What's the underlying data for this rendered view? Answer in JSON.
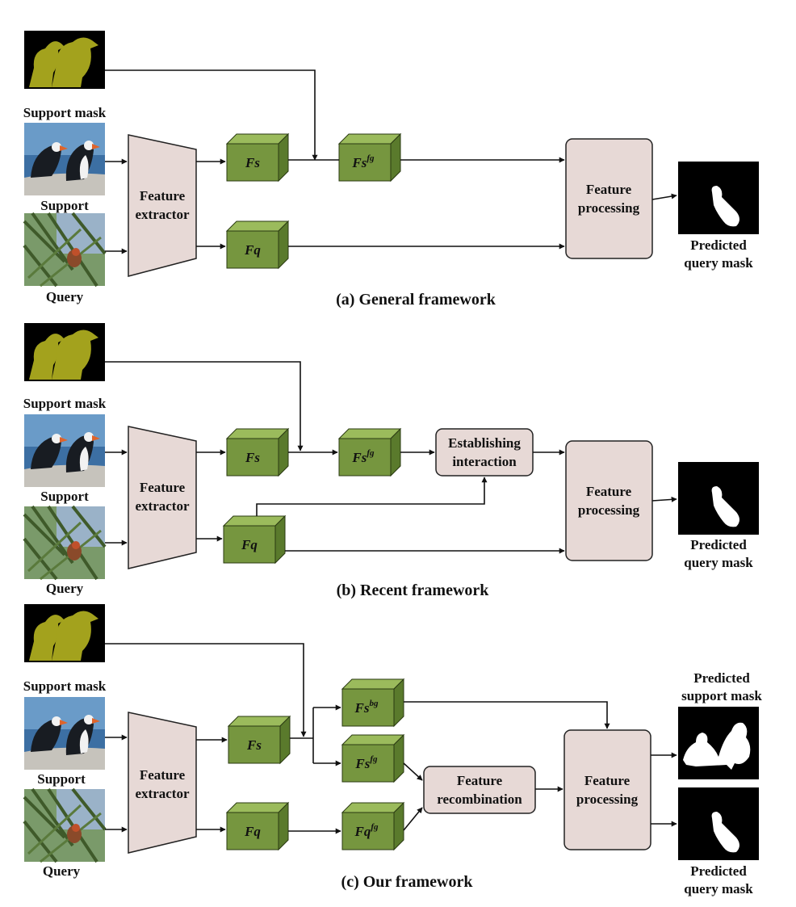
{
  "labels": {
    "support_mask": "Support mask",
    "support": "Support",
    "query": "Query",
    "feature_extractor_line1": "Feature",
    "feature_extractor_line2": "extractor",
    "feature_processing_line1": "Feature",
    "feature_processing_line2": "processing",
    "establishing_line1": "Establishing",
    "establishing_line2": "interaction",
    "recombination_line1": "Feature",
    "recombination_line2": "recombination",
    "predicted": "Predicted",
    "query_mask": "query mask",
    "support_mask_out": "support mask"
  },
  "features": {
    "fs": "Fs",
    "fq": "Fq",
    "fs_fg_base": "Fs",
    "fq_fg_base": "Fq",
    "sup_fg": "fg",
    "sup_bg": "bg"
  },
  "captions": {
    "a": "(a) General framework",
    "b": "(b) Recent framework",
    "c": "(c) Our framework"
  },
  "colors": {
    "cube_front": "#76963f",
    "cube_top": "#9bbb5c",
    "cube_side": "#5a7a2c",
    "mask_fill": "#a3a21d",
    "box_fill": "#e7d9d6"
  }
}
